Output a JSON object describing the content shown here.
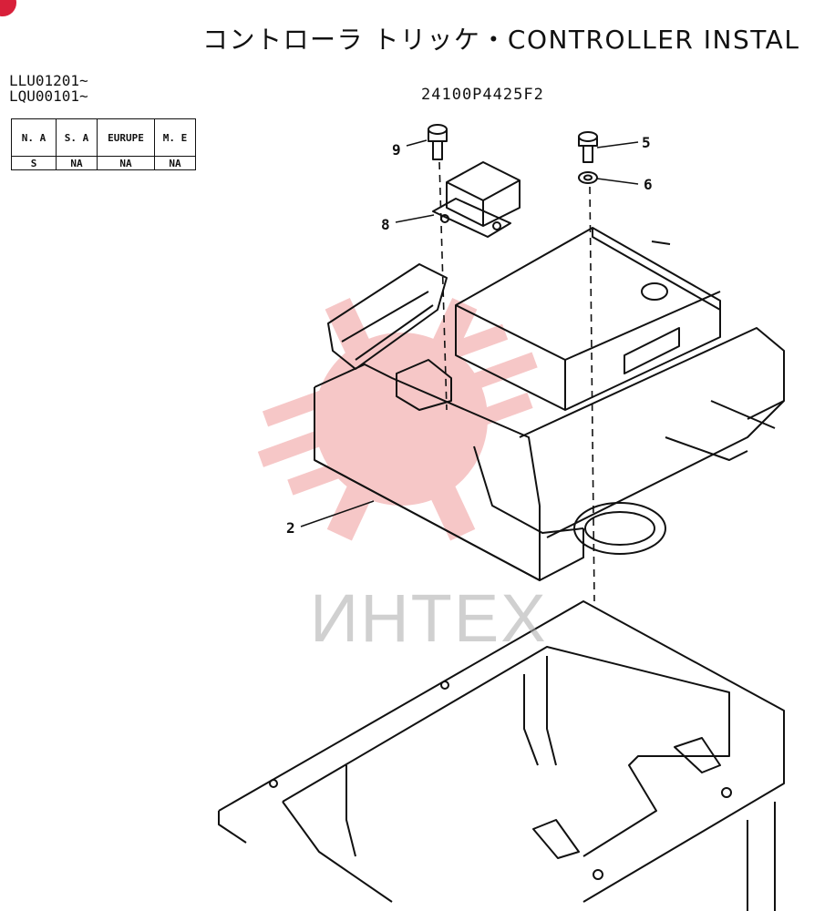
{
  "title": "コントローラ トリッケ・CONTROLLER INSTAL",
  "serials": [
    "LLU01201~",
    "LQU00101~"
  ],
  "part_number": "24100P4425F2",
  "regions": {
    "headers": [
      "N. A",
      "S. A",
      "EURUPE",
      "M. E"
    ],
    "values": [
      "S",
      "NA",
      "NA",
      "NA"
    ]
  },
  "callouts": [
    {
      "id": "5",
      "label": "5"
    },
    {
      "id": "6",
      "label": "6"
    },
    {
      "id": "8",
      "label": "8"
    },
    {
      "id": "9",
      "label": "9"
    },
    {
      "id": "2",
      "label": "2"
    }
  ],
  "watermark": {
    "text": "ИНТЕХ",
    "color": "#e03a3a"
  }
}
